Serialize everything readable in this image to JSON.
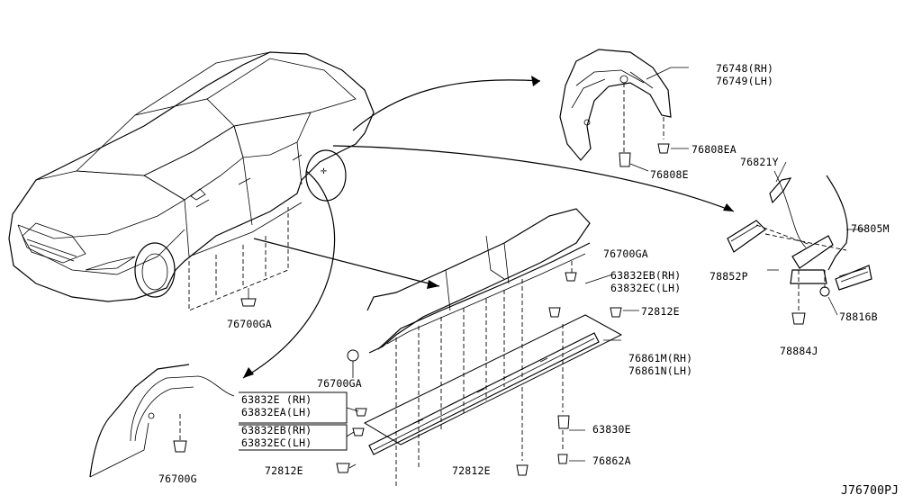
{
  "diagram_id": "J76700PJ",
  "labels": {
    "l76748": "76748(RH)",
    "l76749": "76749(LH)",
    "l76808EA": "76808EA",
    "l76808E": "76808E",
    "l76821Y": "76821Y",
    "l76805M": "76805M",
    "l78852P": "78852P",
    "l78816B": "78816B",
    "l78884J": "78884J",
    "l76700GA_right": "76700GA",
    "l63832EB_top": "63832EB(RH)",
    "l63832EC_top": "63832EC(LH)",
    "l72812E_right": "72812E",
    "l76861M": "76861M(RH)",
    "l76861N": "76861N(LH)",
    "l76700GA_car": "76700GA",
    "l76700GA_mid": "76700GA",
    "l63832E": "63832E  (RH)",
    "l63832EA": "63832EA(LH)",
    "l63832EB_bot": "63832EB(RH)",
    "l63832EC_bot": "63832EC(LH)",
    "l76700G": "76700G",
    "l72812E_left": "72812E",
    "l72812E_bot": "72812E",
    "l63830E": "63830E",
    "l76862A": "76862A"
  }
}
